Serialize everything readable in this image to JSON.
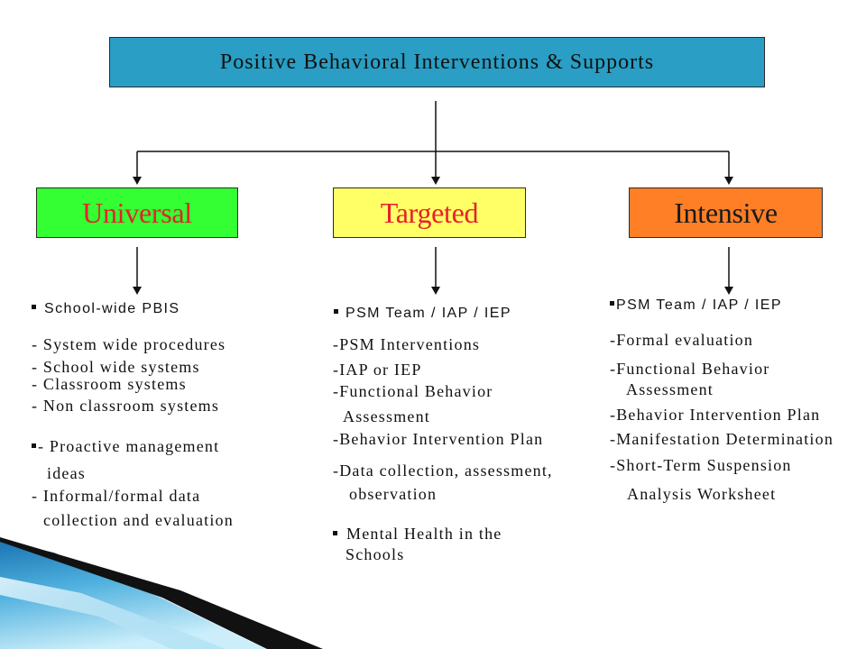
{
  "title": "Positive Behavioral Interventions & Supports",
  "tiers": [
    {
      "name": "Universal",
      "items": [
        {
          "text": "School-wide PBIS",
          "bullet": true
        },
        {
          "text": "- System wide procedures"
        },
        {
          "text": "- School wide systems"
        },
        {
          "text": "- Classroom systems"
        },
        {
          "text": "- Non classroom systems"
        },
        {
          "text": "- Proactive management",
          "bullet": true
        },
        {
          "text": "ideas"
        },
        {
          "text": "- Informal/formal data"
        },
        {
          "text": "collection and evaluation"
        }
      ]
    },
    {
      "name": "Targeted",
      "items": [
        {
          "text": "PSM Team / IAP / IEP",
          "bullet": true
        },
        {
          "text": "-PSM Interventions"
        },
        {
          "text": "-IAP or IEP"
        },
        {
          "text": "-Functional Behavior"
        },
        {
          "text": "Assessment"
        },
        {
          "text": "-Behavior Intervention Plan"
        },
        {
          "text": "-Data collection, assessment,"
        },
        {
          "text": "observation"
        },
        {
          "text": "Mental Health in the",
          "bullet": true
        },
        {
          "text": "Schools"
        }
      ]
    },
    {
      "name": "Intensive",
      "items": [
        {
          "text": "PSM Team / IAP / IEP",
          "bullet": true
        },
        {
          "text": "-Formal evaluation"
        },
        {
          "text": "-Functional Behavior"
        },
        {
          "text": "Assessment"
        },
        {
          "text": "-Behavior Intervention Plan"
        },
        {
          "text": "-Manifestation Determination"
        },
        {
          "text": "-Short-Term Suspension"
        },
        {
          "text": "Analysis Worksheet"
        }
      ]
    }
  ],
  "colors": {
    "title_box": "#2a9ec4",
    "universal_box": "#33ff33",
    "targeted_box": "#ffff66",
    "intensive_box": "#ff7f27",
    "heading_red": "#e8202a",
    "heading_dark": "#1a1a1a",
    "connector": "#111111"
  }
}
